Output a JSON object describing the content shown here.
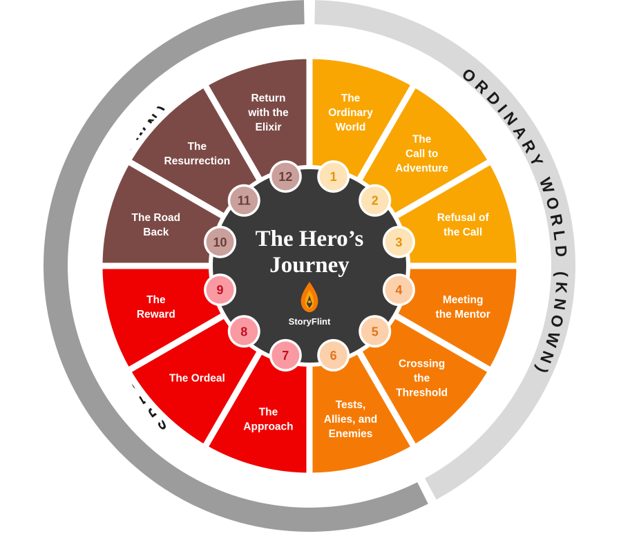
{
  "title": {
    "line1": "The Hero’s",
    "line2": "Journey"
  },
  "logo": {
    "text": "StoryFlint",
    "icon": "pen-nib-flame-icon"
  },
  "ring": {
    "known_label": "ORDINARY WORLD (KNOWN)",
    "unknown_label": "SPECIAL WORLD (UNKNOWN)",
    "known_color": "#d9d9d9",
    "unknown_color": "#9c9c9c"
  },
  "stages": [
    {
      "num": "1",
      "lines": [
        "The",
        "Ordinary",
        "World"
      ],
      "color": "#f9a602",
      "badge": "#fde3b6",
      "numColor": "#e2950a"
    },
    {
      "num": "2",
      "lines": [
        "The",
        "Call to",
        "Adventure"
      ],
      "color": "#f9a602",
      "badge": "#fde3b6",
      "numColor": "#e2950a"
    },
    {
      "num": "3",
      "lines": [
        "Refusal of",
        "the Call"
      ],
      "color": "#f9a602",
      "badge": "#fde3b6",
      "numColor": "#e2950a"
    },
    {
      "num": "4",
      "lines": [
        "Meeting",
        "the Mentor"
      ],
      "color": "#f57a05",
      "badge": "#fcd0aa",
      "numColor": "#e0741c"
    },
    {
      "num": "5",
      "lines": [
        "Crossing",
        "the",
        "Threshold"
      ],
      "color": "#f57a05",
      "badge": "#fcd0aa",
      "numColor": "#e0741c"
    },
    {
      "num": "6",
      "lines": [
        "Tests,",
        "Allies, and",
        "Enemies"
      ],
      "color": "#f57a05",
      "badge": "#fcd0aa",
      "numColor": "#e0741c"
    },
    {
      "num": "7",
      "lines": [
        "The",
        "Approach"
      ],
      "color": "#ee0100",
      "badge": "#f99aa3",
      "numColor": "#c01020"
    },
    {
      "num": "8",
      "lines": [
        "The Ordeal"
      ],
      "color": "#ee0100",
      "badge": "#f99aa3",
      "numColor": "#c01020"
    },
    {
      "num": "9",
      "lines": [
        "The",
        "Reward"
      ],
      "color": "#ee0100",
      "badge": "#f99aa3",
      "numColor": "#c01020"
    },
    {
      "num": "10",
      "lines": [
        "The Road",
        "Back"
      ],
      "color": "#7c4a46",
      "badge": "#c9a09c",
      "numColor": "#6b3e3a"
    },
    {
      "num": "11",
      "lines": [
        "The",
        "Resurrection"
      ],
      "color": "#7c4a46",
      "badge": "#c9a09c",
      "numColor": "#6b3e3a"
    },
    {
      "num": "12",
      "lines": [
        "Return",
        "with the",
        "Elixir"
      ],
      "color": "#7c4a46",
      "badge": "#c9a09c",
      "numColor": "#6b3e3a"
    }
  ],
  "colors": {
    "hub": "#3a3a3a",
    "divider": "#ffffff"
  }
}
